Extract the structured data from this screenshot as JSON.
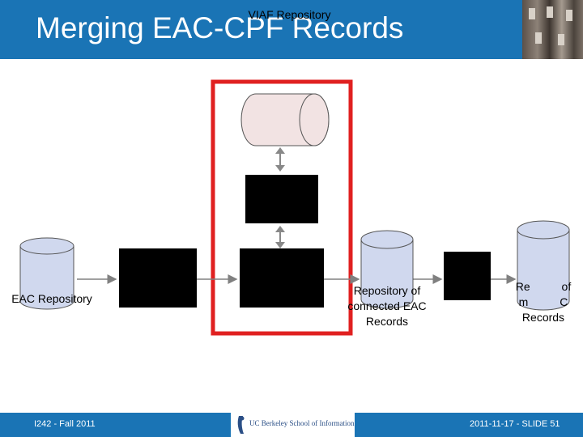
{
  "slide": {
    "title": "Merging EAC-CPF Records",
    "overlap_label": "VIAF Repository"
  },
  "diagram": {
    "nodes": {
      "eac_repository": "EAC Repository",
      "connected_repository": "Repository of\nconnected EAC\nRecords",
      "merged_repository": "Re          of\nm          C\nRecords"
    }
  },
  "footer": {
    "left": "I242 - Fall 2011",
    "right": "2011-11-17 - SLIDE 51",
    "logo_text": "UC Berkeley School of Information"
  },
  "colors": {
    "header": "#1a74b5",
    "cylinder_pink": "#f2e3e3",
    "cylinder_blue": "#d0d8ee",
    "highlight": "#e02020"
  }
}
